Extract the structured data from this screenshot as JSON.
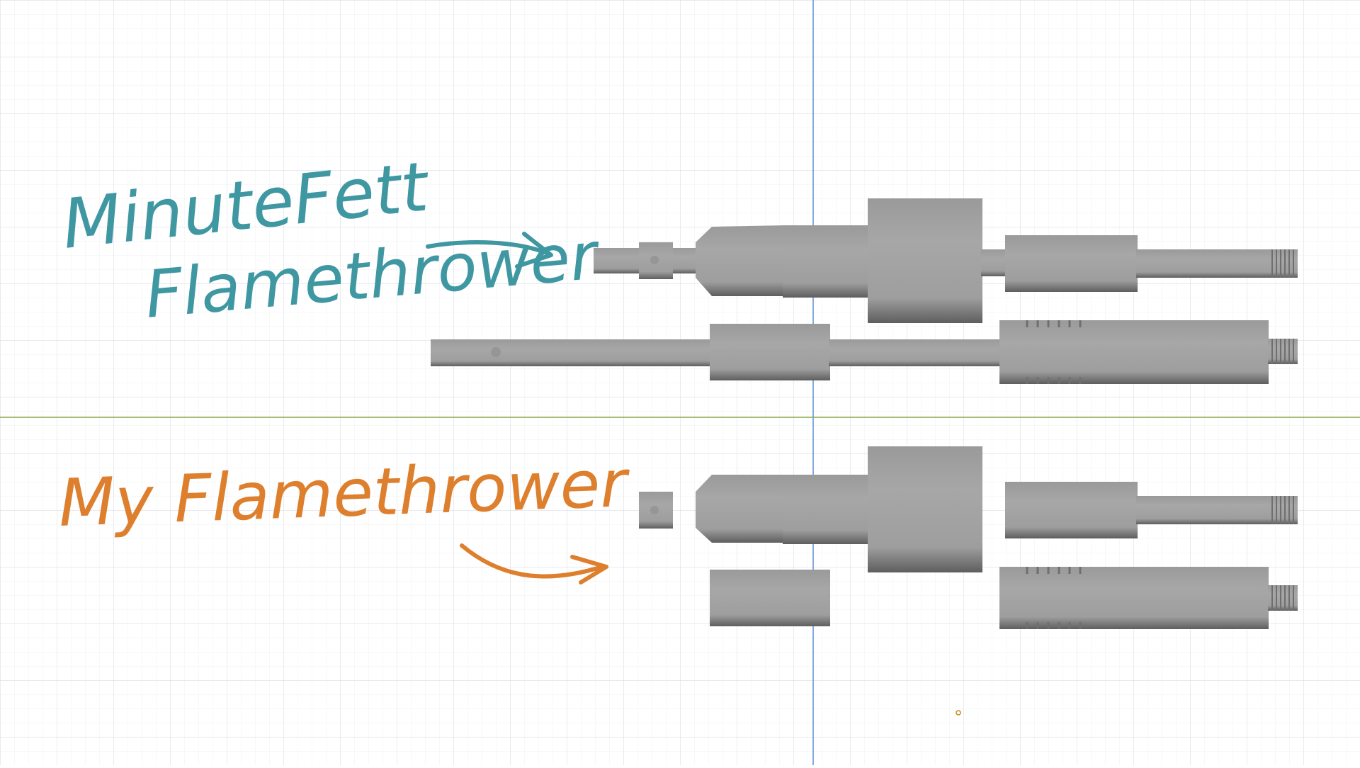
{
  "annotations": {
    "top_label_line1": "MinuteFett",
    "top_label_line2": "Flamethrower",
    "bottom_label": "My Flamethrower"
  },
  "colors": {
    "teal_ink": "#3f97a2",
    "orange_ink": "#dd7f2d",
    "part_gray": "#a3a3a3",
    "part_dark": "#8c8c8c",
    "grid_major": "#d9dde3",
    "grid_minor": "#eef0f3",
    "axis_vertical": "#5b8fd6",
    "axis_horizontal": "#8aa64a"
  },
  "icons": {
    "arrow_top": "curved-arrow-right-icon",
    "arrow_bottom": "curved-arrow-right-icon",
    "origin_marker": "point-marker-icon"
  }
}
